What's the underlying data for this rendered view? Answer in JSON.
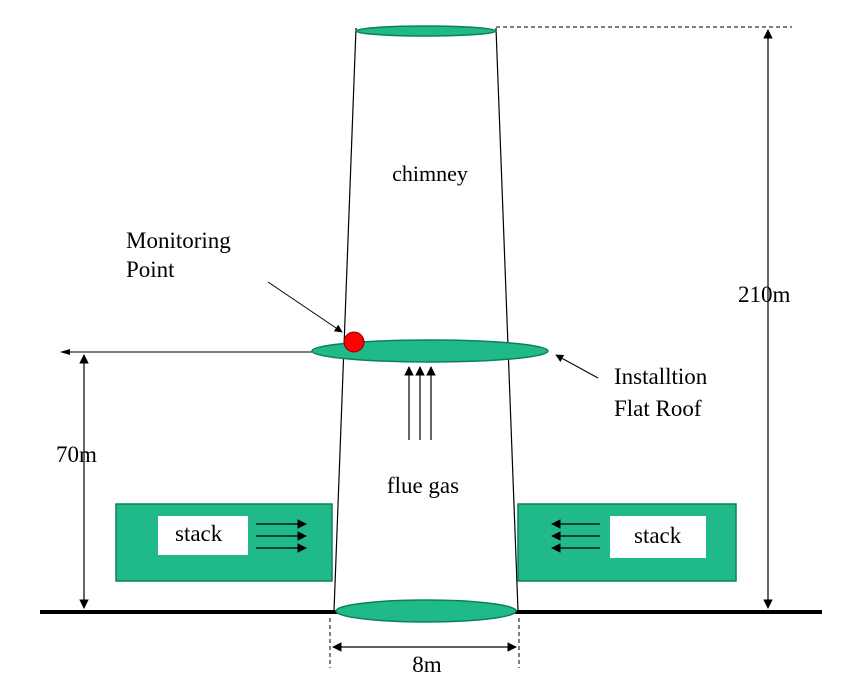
{
  "labels": {
    "chimney": "chimney",
    "monitoring_line1": "Monitoring",
    "monitoring_line2": "Point",
    "height_total": "210m",
    "height_roof": "70m",
    "roof_line1": "Installtion",
    "roof_line2": "Flat Roof",
    "flue_gas": "flue gas",
    "stack_left": "stack",
    "stack_right": "stack",
    "width": "8m"
  },
  "colors": {
    "green": "#20B98A",
    "green_dark": "#0E7F5C",
    "red": "#FF0000",
    "line": "#000000"
  }
}
